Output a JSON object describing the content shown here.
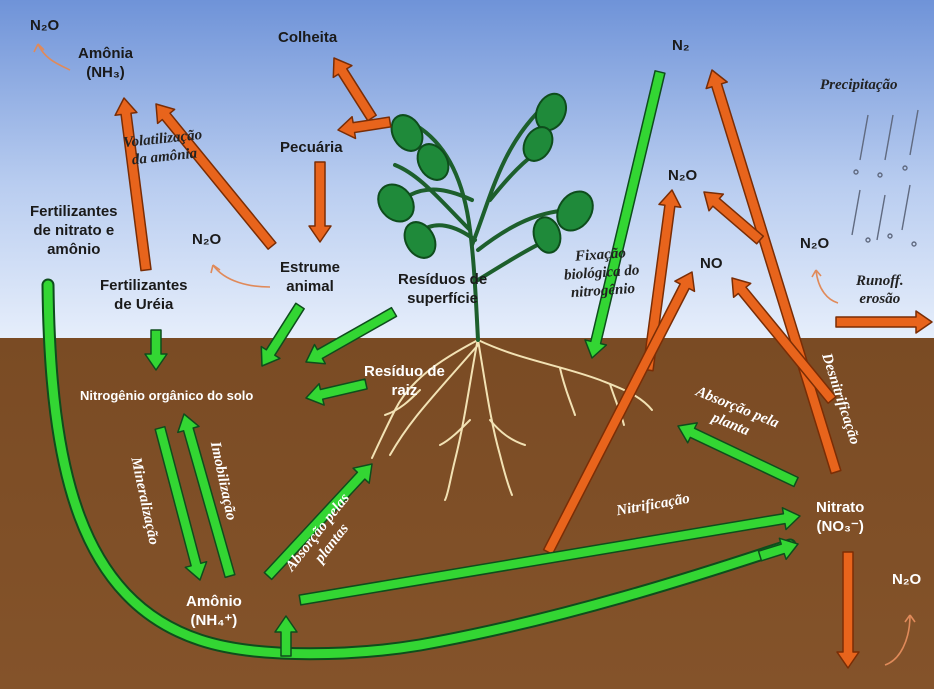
{
  "labels": {
    "n2o_topleft": "N₂O",
    "amonia_atm_1": "Amônia",
    "amonia_atm_2": "(NH₃)",
    "colheita": "Colheita",
    "pecuaria": "Pecuária",
    "n2": "N₂",
    "precipitacao": "Precipitação",
    "n2o_mid_right": "N₂O",
    "fert_nitrato_1": "Fertilizantes",
    "fert_nitrato_2": "de nitrato e",
    "fert_nitrato_3": "amônio",
    "n2o_mid_left": "N₂O",
    "estrume_1": "Estrume",
    "estrume_2": "animal",
    "residuos_sup_1": "Resíduos de",
    "residuos_sup_2": "superfície",
    "no": "NO",
    "n2o_runoff": "N₂O",
    "fert_ureia_1": "Fertilizantes",
    "fert_ureia_2": "de Uréia",
    "runoff_1": "Runoff.",
    "runoff_2": "erosão",
    "residuo_raiz_1": "Resíduo de",
    "residuo_raiz_2": "raiz",
    "nitrogenio_organico": "Nitrogênio orgânico do solo",
    "nitrato_1": "Nitrato",
    "nitrato_2": "(NO₃⁻)",
    "amonio_soil_1": "Amônio",
    "amonio_soil_2": "(NH₄⁺)",
    "n2o_bottomright": "N₂O"
  },
  "processes": {
    "volatilizacao_1": "Volatilização",
    "volatilizacao_2": "da amônia",
    "fixacao_1": "Fixação",
    "fixacao_2": "biológica do",
    "fixacao_3": "nitrogênio",
    "desnitrificacao": "Desnitrificação",
    "absorcao_planta_1": "Absorção pela",
    "absorcao_planta_2": "planta",
    "mineralizacao": "Mineralização",
    "imobilizacao": "Imobilização",
    "absorcao_plantas_1": "Absorção pelas",
    "absorcao_plantas_2": "plantas",
    "nitrificacao": "Nitrificação"
  },
  "colors": {
    "sky_top": "#6f93d8",
    "sky_bottom": "#dbe8fb",
    "soil": "#7b4a22",
    "green_arrow": "#33d633",
    "orange_arrow": "#e8641c",
    "leaf": "#1f8a3a",
    "stem": "#1d5f2c",
    "root": "#f2e2b4"
  }
}
